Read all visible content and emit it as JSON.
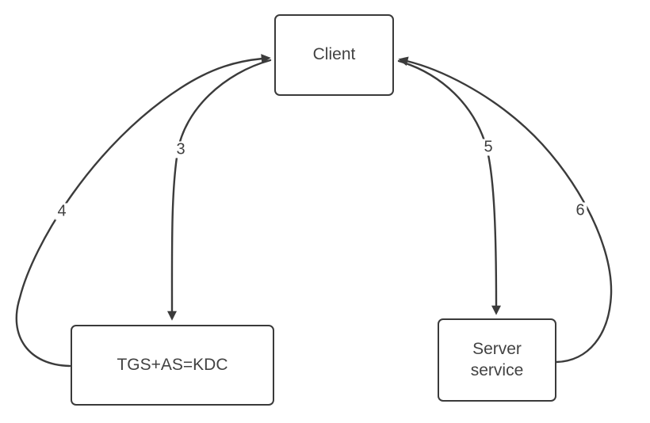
{
  "diagram": {
    "nodes": {
      "client": {
        "label": "Client"
      },
      "kdc": {
        "label": "TGS+AS=KDC"
      },
      "server": {
        "label": "Server\nservice"
      }
    },
    "edges": [
      {
        "id": "3",
        "label": "3",
        "from": "client",
        "to": "kdc",
        "arrow_at": "kdc-top"
      },
      {
        "id": "4",
        "label": "4",
        "from": "kdc",
        "to": "client",
        "arrow_at": "client-left"
      },
      {
        "id": "5",
        "label": "5",
        "from": "client",
        "to": "server",
        "arrow_at": "server-top"
      },
      {
        "id": "6",
        "label": "6",
        "from": "server",
        "to": "client",
        "arrow_at": "client-right"
      }
    ],
    "colors": {
      "line": "#3b3b3b",
      "node_border": "#3a3a3a",
      "text": "#424242",
      "node_fill": "#ffffff",
      "canvas_bg": "#ffffff"
    }
  }
}
